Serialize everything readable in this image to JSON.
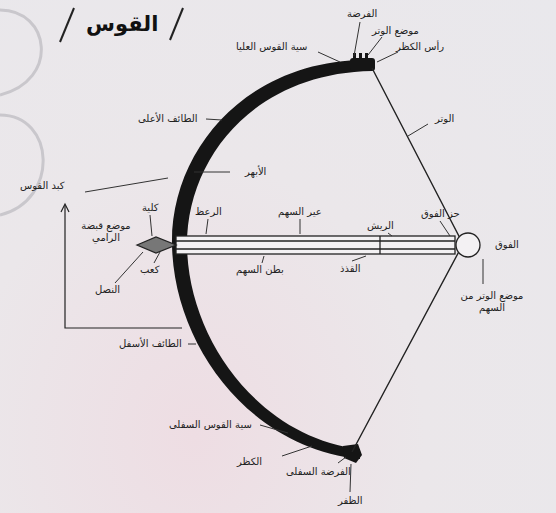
{
  "diagram": {
    "title": "القوس",
    "labels": [
      "الفرضة",
      "موضع الوتر",
      "رأس الكظر",
      "سية القوس العليا",
      "الطائف الأعلى",
      "الوتر",
      "الأبهر",
      "كبد القوس",
      "موضع قبضة الرامي",
      "كلية",
      "الرعظ",
      "عير السهم",
      "الريش",
      "حز الفوق",
      "النصل",
      "كعب",
      "بطن السهم",
      "القذذ",
      "الفوق",
      "موضع الوتر من السهم",
      "الطائف الأسفل",
      "سية القوس السفلى",
      "الكظر",
      "الفرضة السفلى",
      "الظفر"
    ]
  }
}
